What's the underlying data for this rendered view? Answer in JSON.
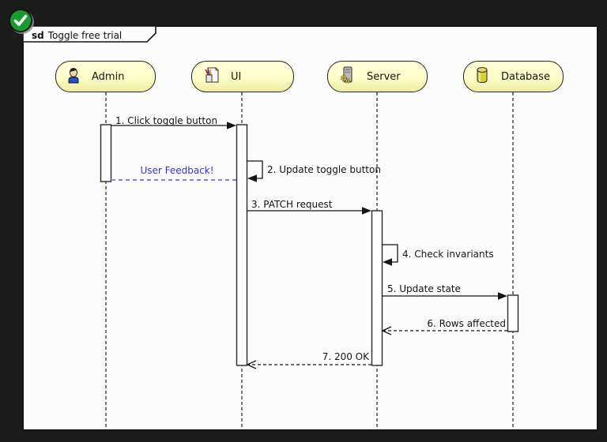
{
  "badge": {
    "icon": "success-check-icon",
    "meaning": "verified"
  },
  "frame": {
    "operator": "sd",
    "title": "Toggle free trial"
  },
  "lifelines": [
    {
      "id": "admin",
      "label": "Admin",
      "icon": "person-icon"
    },
    {
      "id": "ui",
      "label": "UI",
      "icon": "ui-page-icon"
    },
    {
      "id": "server",
      "label": "Server",
      "icon": "server-icon"
    },
    {
      "id": "database",
      "label": "Database",
      "icon": "database-cylinder-icon"
    }
  ],
  "messages": [
    {
      "label": "1. Click toggle button",
      "from": "Admin",
      "to": "UI",
      "line": "solid",
      "arrow": "filled"
    },
    {
      "label": "2. Update toggle button",
      "from": "UI",
      "to": "UI",
      "line": "solid",
      "arrow": "filled",
      "self": true
    },
    {
      "label": "User Feedback!",
      "from": "UI",
      "to": "Admin",
      "line": "dashed",
      "arrow": "none",
      "color": "#3434da"
    },
    {
      "label": "3. PATCH request",
      "from": "UI",
      "to": "Server",
      "line": "solid",
      "arrow": "filled"
    },
    {
      "label": "4. Check invariants",
      "from": "Server",
      "to": "Server",
      "line": "solid",
      "arrow": "filled",
      "self": true
    },
    {
      "label": "5. Update state",
      "from": "Server",
      "to": "Database",
      "line": "solid",
      "arrow": "filled"
    },
    {
      "label": "6. Rows affected",
      "from": "Database",
      "to": "Server",
      "line": "dashed",
      "arrow": "open"
    },
    {
      "label": "7. 200 OK",
      "from": "Server",
      "to": "UI",
      "line": "dashed",
      "arrow": "open"
    }
  ],
  "colors": {
    "background": "#1b1b1b",
    "page": "#fcfcfc",
    "head_fill_top": "#ffffd9",
    "head_fill_bottom": "#ededa2",
    "line": "#141414",
    "feedback_blue": "#3434da",
    "badge_green": "#1b9a2f"
  }
}
